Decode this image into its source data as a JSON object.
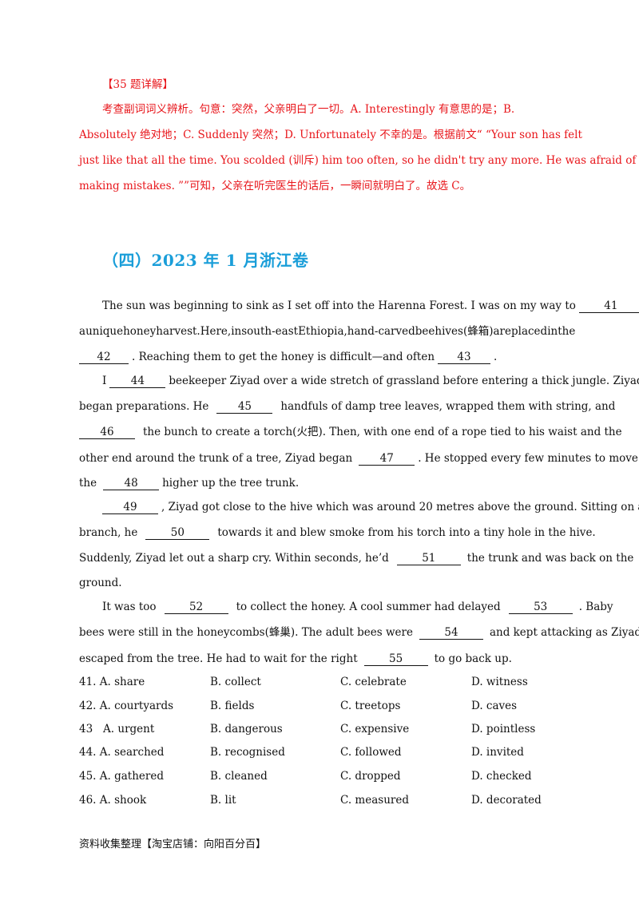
{
  "explanation": {
    "header": "【35 题详解】",
    "lines": [
      "考查副词词义辨析。句意：突然，父亲明白了一切。A. Interestingly 有意思的是；B.",
      "Absolutely 绝对地；C. Suddenly 突然；D. Unfortunately 不幸的是。根据前文“ “Your son has felt",
      "just like that all the time. You scolded (训斥) him too often, so he didn't try any more. He was afraid of",
      "making mistakes. ””可知，父亲在听完医生的话后，一瞬间就明白了。故选 C。"
    ]
  },
  "section_title": "（四）2023 年 1 月浙江卷",
  "passage": {
    "p1_l1_a": "The sun was beginning to sink as I set off into the Harenna Forest. I was on my way to",
    "b41": "41",
    "p1_l2": [
      "a",
      "unique",
      "honey",
      "harvest.",
      "Here,",
      "in",
      "south-east",
      "Ethiopia,",
      "hand-carved",
      "beehives(",
      "蜂",
      "箱",
      ")are",
      "placed",
      "in",
      "the"
    ],
    "b42": "42",
    "p1_l3_a": ". Reaching them to get the honey is difficult—and often",
    "b43": "43",
    "p1_l3_b": ".",
    "p2_l1_a": "I",
    "b44": "44",
    "p2_l1_b": "beekeeper Ziyad over a wide stretch of grassland before entering a thick jungle. Ziyad",
    "p2_l2_a": "began preparations. He",
    "b45": "45",
    "p2_l2_b": "handfuls of damp tree leaves, wrapped them with string, and",
    "b46": "46",
    "p2_l3_b": "the bunch to create a torch(火把). Then, with one end of a rope tied to his waist and the",
    "p2_l4_a": "other end around the trunk of a tree, Ziyad began",
    "b47": "47",
    "p2_l4_b": ". He stopped every few minutes to move",
    "p2_l5_a": "the",
    "b48": "48",
    "p2_l5_b": "higher up the tree trunk.",
    "b49": "49",
    "p3_l1_b": ", Ziyad got close to the hive which was around 20 metres above the ground. Sitting on a",
    "p3_l2_a": "branch, he",
    "b50": "50",
    "p3_l2_b": "towards it and blew smoke from his torch into a tiny hole in the hive.",
    "p3_l3_a": "Suddenly, Ziyad let out a sharp cry. Within seconds, he’d",
    "b51": "51",
    "p3_l3_b": "the trunk and was back on the",
    "p3_l4": "ground.",
    "p4_l1_a": "It was too",
    "b52": "52",
    "p4_l1_b": "to collect the honey. A cool summer had delayed",
    "b53": "53",
    "p4_l1_c": ". Baby",
    "p4_l2_a": "bees were still in the honeycombs(蜂巢). The adult bees were",
    "b54": "54",
    "p4_l2_b": "and kept attacking as Ziyad",
    "p4_l3_a": "escaped from the tree. He had to wait for the right",
    "b55": "55",
    "p4_l3_b": "to go back up."
  },
  "options": [
    [
      "41. A. share",
      "B. collect",
      "C. celebrate",
      "D. witness"
    ],
    [
      "42. A. courtyards",
      "B. fields",
      "C. treetops",
      "D. caves"
    ],
    [
      "43   A. urgent",
      "B. dangerous",
      "C. expensive",
      "D. pointless"
    ],
    [
      "44. A. searched",
      "B. recognised",
      "C. followed",
      "D. invited"
    ],
    [
      "45. A. gathered",
      "B. cleaned",
      "C. dropped",
      "D. checked"
    ],
    [
      "46. A. shook",
      "B. lit",
      "C. measured",
      "D. decorated"
    ]
  ],
  "footer": "资料收集整理【淘宝店铺：向阳百分百】"
}
